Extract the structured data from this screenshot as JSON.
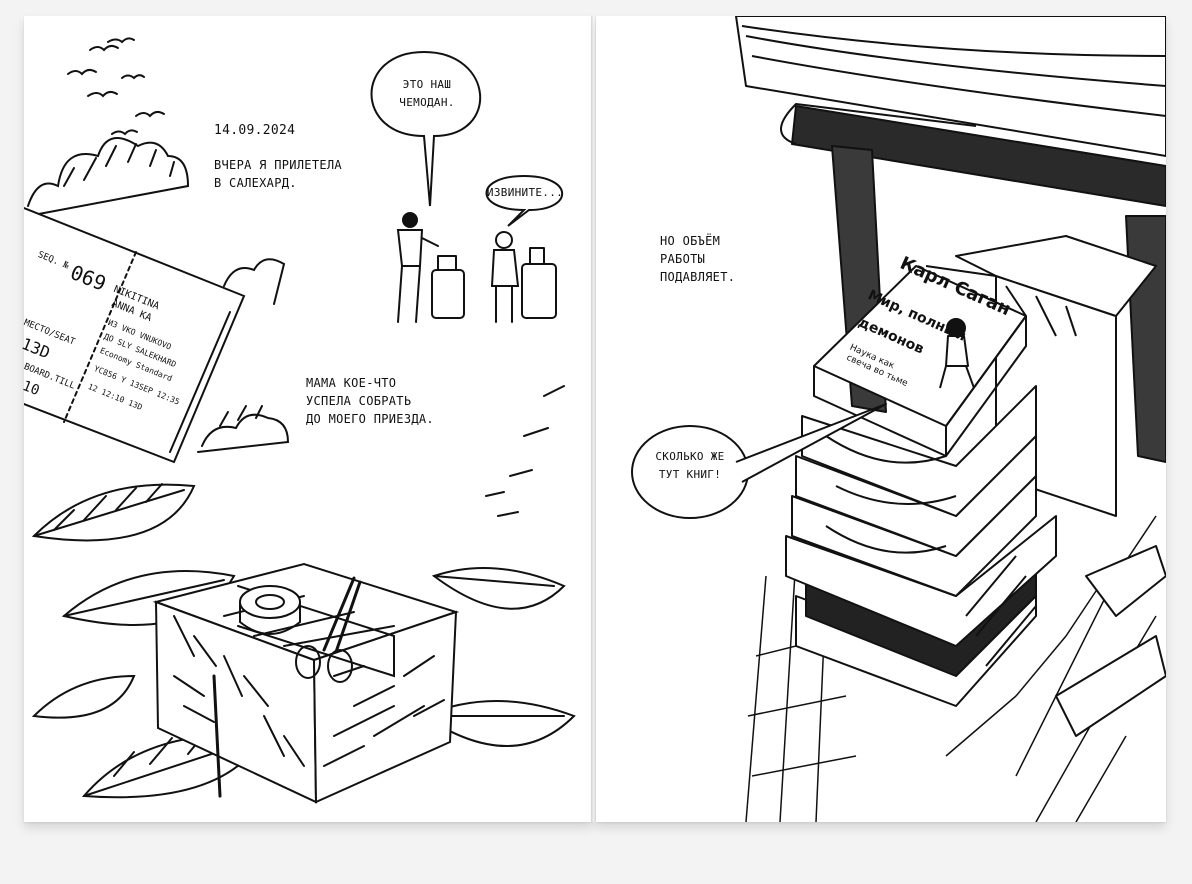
{
  "left_page": {
    "date": "14.09.2024",
    "caption_arrival": [
      "ВЧЕРА Я ПРИЛЕТЕЛА",
      "В САЛЕХАРД."
    ],
    "caption_mom": [
      "МАМА КОЕ-ЧТО",
      "УСПЕЛА СОБРАТЬ",
      "ДО МОЕГО ПРИЕЗДА."
    ],
    "bubble_suitcase": [
      "ЭТО НАШ",
      "ЧЕМОДАН."
    ],
    "bubble_sorry": "ИЗВИНИТЕ...",
    "ticket": {
      "seq_label": "SEQ. №",
      "seq_number": "069",
      "seat_label": "МЕСТО/SEAT",
      "seat": "13D",
      "boarding_label": "BOARD.TILL",
      "gate": "10",
      "name_lines": [
        "NIKITINA",
        "ANNA KA"
      ],
      "route_lines": [
        "ИЗ VKO VNUKOVO",
        "ДО SLY SALEKHARD",
        "Economy Standard"
      ],
      "flight_line": "YC856 Y 13SEP 12:35",
      "time_line": "12  12:10  13D"
    }
  },
  "right_page": {
    "caption_work": [
      "НО ОБЪЁМ",
      "РАБОТЫ",
      "ПОДАВЛЯЕТ."
    ],
    "bubble_books": [
      "СКОЛЬКО ЖЕ",
      "ТУТ КНИГ!"
    ],
    "book_cover": {
      "author": "Карл Саган",
      "title": [
        "Мир, полный",
        "демонов"
      ],
      "subtitle": [
        "Наука как",
        "свеча во тьме"
      ]
    }
  },
  "colors": {
    "ink": "#111111",
    "paper": "#ffffff",
    "backdrop": "#f3f3f3"
  }
}
